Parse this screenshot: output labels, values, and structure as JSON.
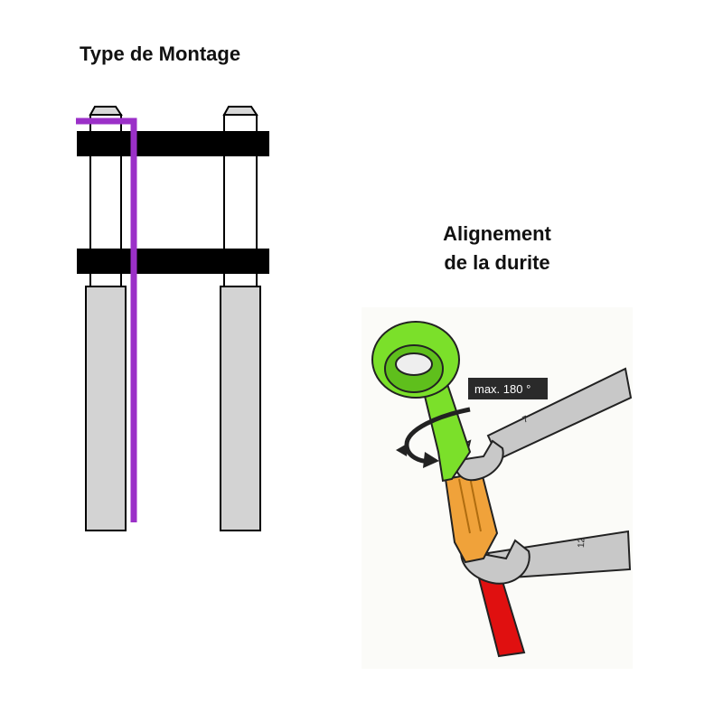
{
  "diagram": {
    "mounting": {
      "title": "Type de Montage"
    },
    "alignment": {
      "title_line1": "Alignement",
      "title_line2": "de la durite",
      "angle_tag": "max. 180 °",
      "wrench_top_size": "7",
      "wrench_bottom_size": "12"
    }
  },
  "colors": {
    "clamp": "#000000",
    "fork_lower": "#d3d3d3",
    "brake_line": "#9b30c8",
    "banjo": "#7be02a",
    "fitting": "#f0a23a",
    "hose": "#e01010",
    "wrench": "#c8c8c8",
    "tag_bg": "#2a2a2a"
  }
}
